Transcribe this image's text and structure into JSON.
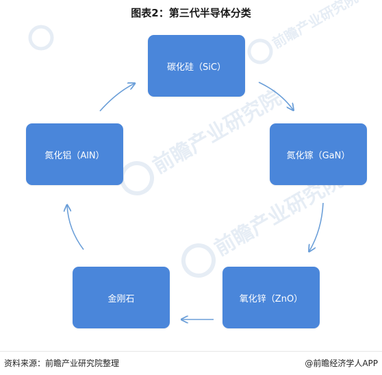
{
  "title": "图表2：第三代半导体分类",
  "watermark": {
    "brand": "前瞻产业研究院",
    "logo_icon": "qianzhan-logo-icon"
  },
  "nodes": [
    {
      "id": "sic",
      "label": "碳化硅（SiC）"
    },
    {
      "id": "gan",
      "label": "氮化镓（GaN）"
    },
    {
      "id": "zno",
      "label": "氧化锌（ZnO）"
    },
    {
      "id": "dia",
      "label": "金刚石"
    },
    {
      "id": "aln",
      "label": "氮化铝（AlN）"
    }
  ],
  "edges": [
    {
      "from": "sic",
      "to": "gan"
    },
    {
      "from": "gan",
      "to": "zno"
    },
    {
      "from": "zno",
      "to": "dia"
    },
    {
      "from": "dia",
      "to": "aln"
    },
    {
      "from": "aln",
      "to": "sic"
    }
  ],
  "footer": {
    "source": "资料来源：前瞻产业研究院整理",
    "credit": "@前瞻经济学人APP"
  },
  "colors": {
    "node_fill": "#4a86da",
    "node_text": "#ffffff",
    "arrow": "#6a9ed8",
    "watermark": "#e6edf5"
  }
}
